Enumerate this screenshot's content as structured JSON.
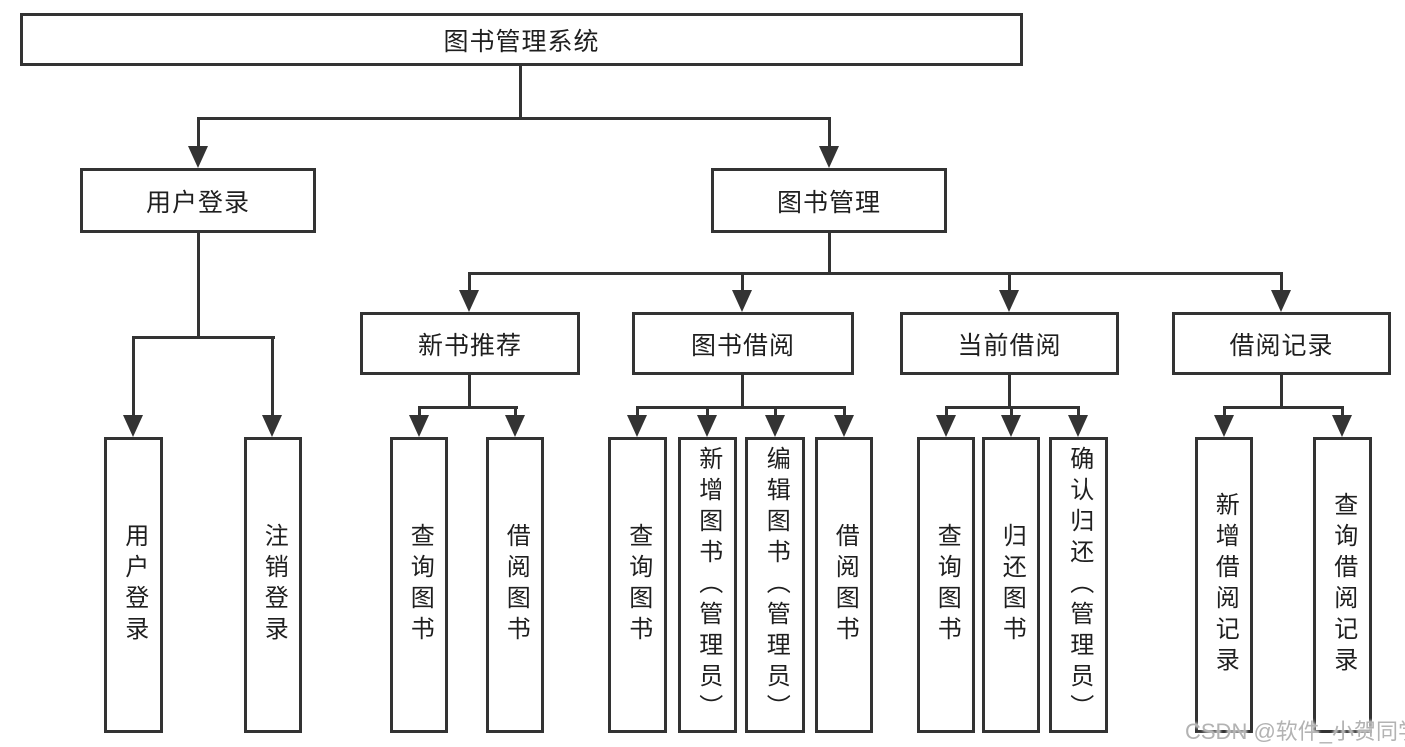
{
  "diagram": {
    "root": {
      "label": "图书管理系统"
    },
    "login_branch": {
      "label": "用户登录",
      "children": [
        {
          "label": "用户登录"
        },
        {
          "label": "注销登录"
        }
      ]
    },
    "manage_branch": {
      "label": "图书管理",
      "groups": [
        {
          "label": "新书推荐",
          "children": [
            {
              "label": "查询图书"
            },
            {
              "label": "借阅图书"
            }
          ]
        },
        {
          "label": "图书借阅",
          "children": [
            {
              "label": "查询图书"
            },
            {
              "label": "新增图书（管理员）"
            },
            {
              "label": "编辑图书（管理员）"
            },
            {
              "label": "借阅图书"
            }
          ]
        },
        {
          "label": "当前借阅",
          "children": [
            {
              "label": "查询图书"
            },
            {
              "label": "归还图书"
            },
            {
              "label": "确认归还（管理员）"
            }
          ]
        },
        {
          "label": "借阅记录",
          "children": [
            {
              "label": "新增借阅记录"
            },
            {
              "label": "查询借阅记录"
            }
          ]
        }
      ]
    },
    "watermark": "CSDN @软件_小贺同学",
    "colors": {
      "line": "#333333",
      "box_border": "#333333",
      "box_background": "#ffffff",
      "text": "#1f1f1f",
      "watermark": "#b3b3b3",
      "page_background": "#ffffff"
    }
  }
}
